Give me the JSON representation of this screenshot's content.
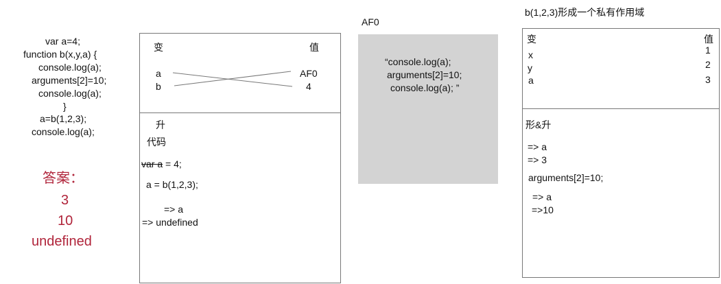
{
  "code": {
    "lines": [
      "var a=4;",
      "function b(x,y,a) {",
      "console.log(a);",
      "arguments[2]=10;",
      "console.log(a);",
      "}",
      "a=b(1,2,3);",
      "console.log(a);"
    ]
  },
  "answer": {
    "title": "答案：",
    "values": [
      "3",
      "10",
      "undefined"
    ]
  },
  "global_scope": {
    "var_header": "变",
    "val_header": "值",
    "vars": [
      "a",
      "b"
    ],
    "vals": [
      "AF0",
      "4"
    ],
    "hoist_title": "升",
    "code_title": "代码",
    "strike_text": "var a",
    "assign_rest": " = 4;",
    "call_line": "a = b(1,2,3);",
    "result_arrow": "=> a",
    "result_value": "=> undefined"
  },
  "function_heap": {
    "label": "AF0",
    "body_lines": [
      "“console.log(a);",
      "arguments[2]=10;",
      "console.log(a); ”"
    ],
    "color": "#d3d3d3"
  },
  "private_scope": {
    "title": "b(1,2,3)形成一个私有作用域",
    "var_header": "变",
    "val_header": "值",
    "vars": [
      "x",
      "y",
      "a"
    ],
    "vals": [
      "1",
      "2",
      "3"
    ],
    "section_title": "形&升",
    "steps": [
      "=> a",
      "=> 3",
      "arguments[2]=10;",
      "=> a",
      "=>10"
    ]
  },
  "colors": {
    "answer": "#b0243a",
    "border": "#777777",
    "heap_fill": "#d3d3d3"
  }
}
